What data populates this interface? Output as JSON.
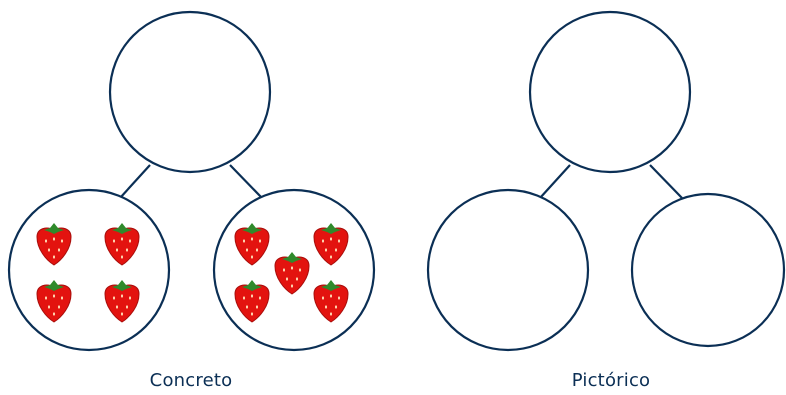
{
  "diagrams": [
    {
      "caption": "Concreto",
      "left_part_strawberries": 4,
      "right_part_strawberries": 5
    },
    {
      "caption": "Pictórico",
      "left_part_strawberries": 0,
      "right_part_strawberries": 0
    }
  ],
  "colors": {
    "outline": "#0b2f55",
    "strawberry": "#e3130f",
    "strawberry_dark": "#a80e0b",
    "leaf": "#2f8a2b",
    "caption": "#0b2f55"
  },
  "icons": {
    "item": "strawberry-icon"
  }
}
